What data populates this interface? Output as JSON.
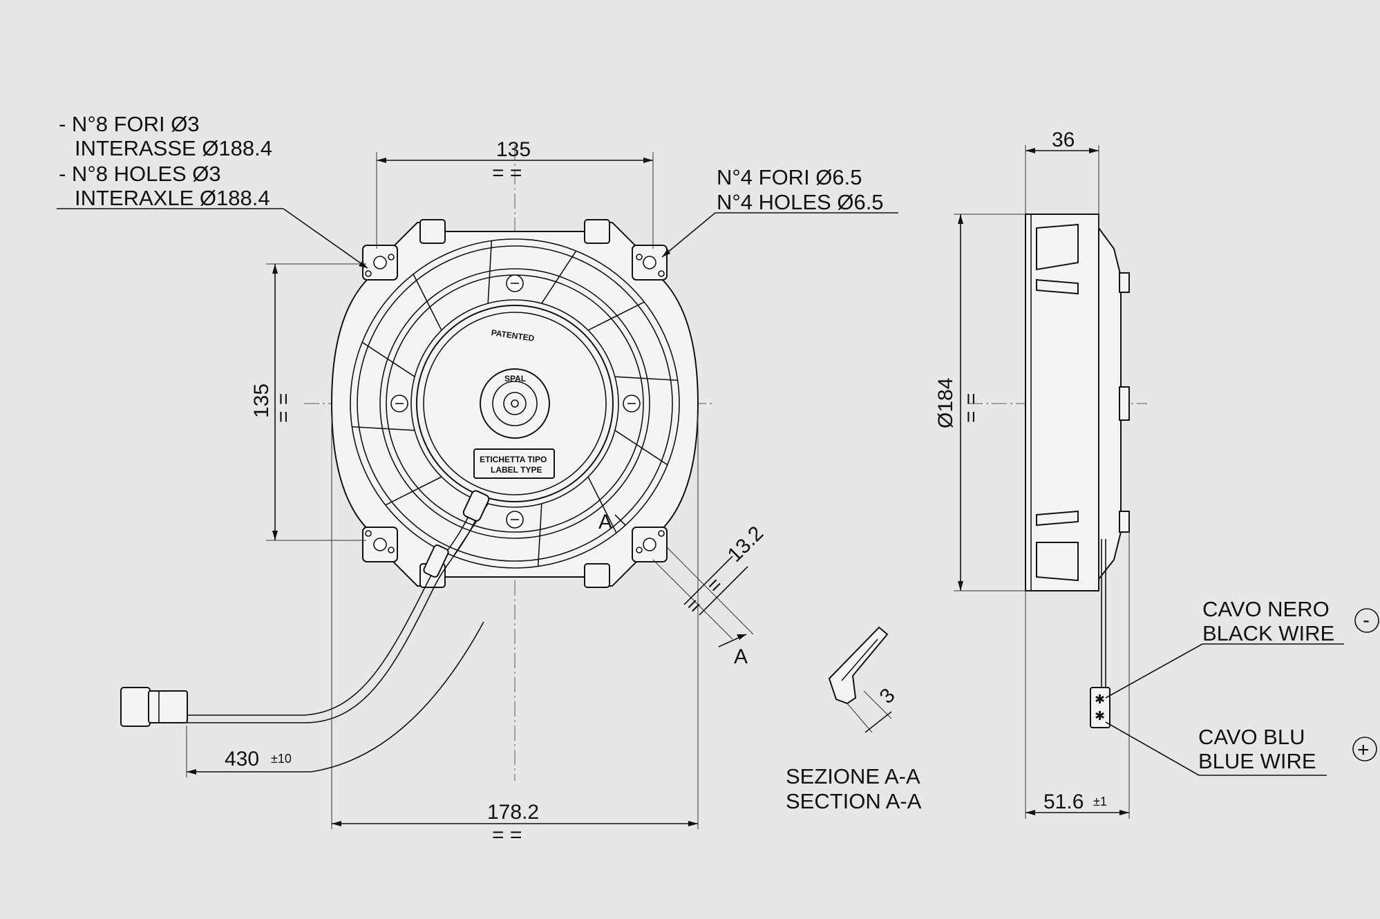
{
  "front_view": {
    "top_width": "135",
    "left_height": "135",
    "bottom_width": "178.2",
    "eq_mark": "=  =",
    "cable_length": "430",
    "cable_tol": "±10",
    "section_depth": "13.2",
    "section_letter": "A",
    "label_patented": "PATENTED",
    "label_brand": "SPAL",
    "label_type_it": "ETICHETTA TIPO",
    "label_type_en": "LABEL TYPE"
  },
  "notes": {
    "holes_small_it_1": "- N°8 FORI Ø3",
    "holes_small_it_2": "INTERASSE Ø188.4",
    "holes_small_en_1": "- N°8 HOLES Ø3",
    "holes_small_en_2": "INTERAXLE Ø188.4",
    "holes_big_it": "N°4 FORI Ø6.5",
    "holes_big_en": "N°4 HOLES Ø6.5"
  },
  "section": {
    "thickness": "3",
    "title_it": "SEZIONE A-A",
    "title_en": "SECTION A-A"
  },
  "side_view": {
    "depth_top": "36",
    "diameter": "Ø184",
    "depth_total": "51.6",
    "depth_tol": "±1",
    "black_wire_it": "CAVO NERO",
    "black_wire_en": "BLACK WIRE",
    "black_symbol": "-",
    "blue_wire_it": "CAVO BLU",
    "blue_wire_en": "BLUE WIRE",
    "blue_symbol": "+"
  }
}
